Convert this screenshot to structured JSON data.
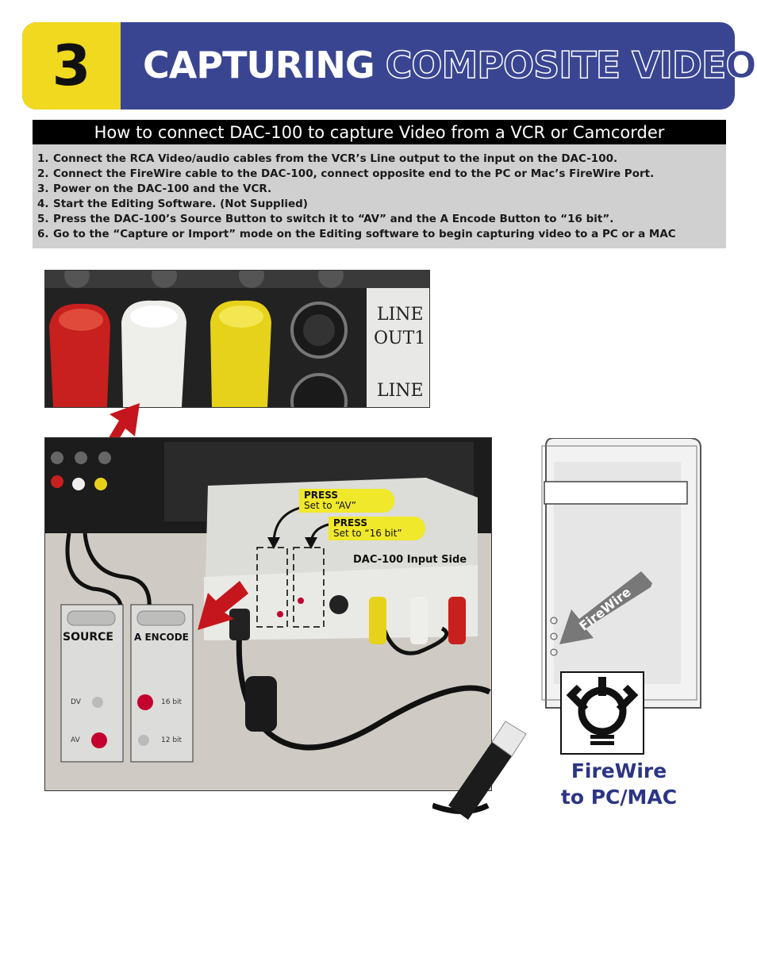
{
  "header": {
    "step_number": "3",
    "title_part1": "CAPTURING",
    "title_part2": "COMPOSITE VIDEO",
    "bar_color": "#3a4592",
    "step_color": "#f0d91e"
  },
  "instructions": {
    "heading": "How to connect DAC-100 to capture Video from a VCR or Camcorder",
    "steps": [
      {
        "num": "1.",
        "text": "Connect the RCA Video/audio cables from the VCR’s Line output to the input on the DAC-100."
      },
      {
        "num": "2.",
        "text": "Connect the FireWire cable to the DAC-100, connect opposite end to the PC or Mac’s FireWire Port."
      },
      {
        "num": "3.",
        "text": "Power on the DAC-100 and the VCR."
      },
      {
        "num": "4.",
        "text": "Start the Editing Software. (Not Supplied)"
      },
      {
        "num": "5.",
        "text": "Press the DAC-100’s Source Button to switch it to “AV” and the A Encode Button to “16 bit”."
      },
      {
        "num": "6.",
        "text": "Go to the “Capture or Import” mode on the Editing software to begin capturing video to a PC or a MAC"
      }
    ]
  },
  "vcr_photo": {
    "label_line_out": "LINE",
    "label_out1": "OUT1",
    "label_line2": "LINE"
  },
  "device_photo": {
    "callout_source": {
      "title": "PRESS",
      "text": "Set to “AV”"
    },
    "callout_encode": {
      "title": "PRESS",
      "text": "Set to “16 bit”"
    },
    "input_side_label": "DAC-100 Input Side",
    "source_label": "SOURCE",
    "encode_label": "A ENCODE",
    "dv_label": "DV",
    "av_label": "AV",
    "bit16_label": "16 bit",
    "bit12_label": "12 bit"
  },
  "computer": {
    "firewire_arrow_label": "FireWire",
    "caption": "FireWire to PC/MAC"
  }
}
